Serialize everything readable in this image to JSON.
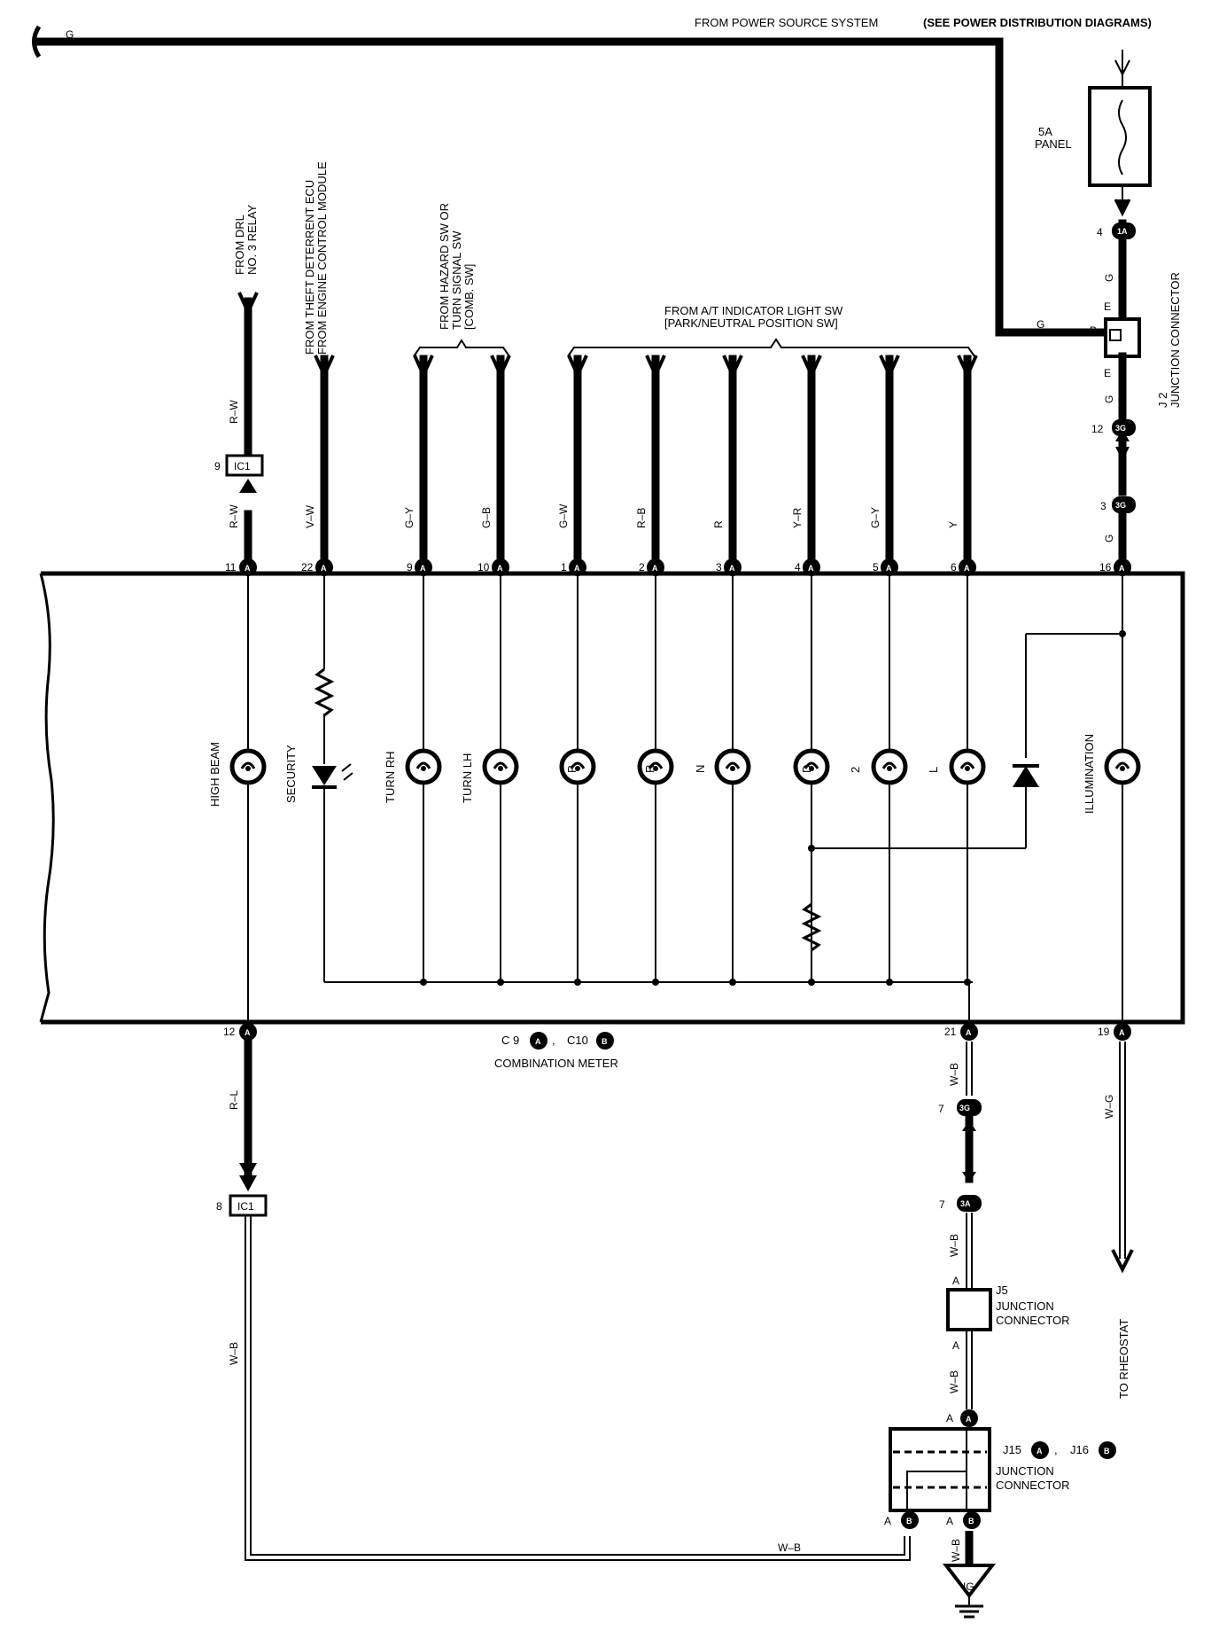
{
  "header": {
    "power_source": "FROM POWER SOURCE SYSTEM",
    "power_source_note": "(SEE POWER DISTRIBUTION DIAGRAMS)"
  },
  "fuse": {
    "rating": "5A",
    "name": "PANEL"
  },
  "sources": {
    "drl": [
      "FROM DRL",
      "NO. 3 RELAY"
    ],
    "theft": [
      "FROM THEFT DETERRENT ECU",
      "FROM ENGINE CONTROL MODULE"
    ],
    "hazard": [
      "FROM HAZARD SW OR",
      "TURN SIGNAL SW",
      "[COMB. SW]"
    ],
    "at": [
      "FROM A/T INDICATOR LIGHT SW",
      "[PARK/NEUTRAL POSITION SW]"
    ]
  },
  "wire_colors": {
    "main_top": "G",
    "g_b": "G",
    "drl_upper": "R–W",
    "drl_lower": "R–W",
    "theft": "V–W",
    "turn_rh": "G–Y",
    "turn_lh": "G–B",
    "p": "G–W",
    "r": "R–B",
    "n": "R",
    "d": "Y–R",
    "two": "G–Y",
    "l": "Y",
    "illum_g1": "G",
    "illum_g2": "G",
    "illum_g3": "G",
    "high_beam_out": "R–L",
    "ground_a": "W–B",
    "ground_b": "W–B",
    "ground_c": "W–B",
    "ground_d": "W–B",
    "ground_e": "W–B",
    "ground_loop": "W–B",
    "rheostat": "W–G"
  },
  "pins_top": [
    "11",
    "22",
    "9",
    "10",
    "1",
    "2",
    "3",
    "4",
    "5",
    "6",
    "16"
  ],
  "pins_bottom": [
    "12",
    "21",
    "19"
  ],
  "connector_letters": {
    "a": "A",
    "b": "B",
    "e": "E"
  },
  "connectors": {
    "ic1": "IC1",
    "c1a": "1A",
    "c3g": "3G",
    "c3a": "3A",
    "ic1_top_pin": "9",
    "ic1_bottom_pin": "8",
    "c1a_pin": "4",
    "c3g_pin_a": "12",
    "c3g_pin_b": "3",
    "c3g_pin_c": "7",
    "c3a_pin": "7"
  },
  "lamps": [
    "HIGH BEAM",
    "SECURITY",
    "TURN RH",
    "TURN LH",
    "P",
    "R",
    "N",
    "D",
    "2",
    "L",
    "ILLUMINATION"
  ],
  "meter": {
    "c9": "C 9",
    "c10": "C10",
    "sep": ",",
    "name": "COMBINATION METER"
  },
  "junctions": {
    "j2_id": "J 2",
    "j2_name": "JUNCTION CONNECTOR",
    "j5_id": "J5",
    "j5_name": [
      "JUNCTION",
      "CONNECTOR"
    ],
    "j15": "J15",
    "j16": "J16",
    "j15_name": [
      "JUNCTION",
      "CONNECTOR"
    ]
  },
  "ground": {
    "ig": "IG"
  },
  "to_rheostat": "TO RHEOSTAT"
}
